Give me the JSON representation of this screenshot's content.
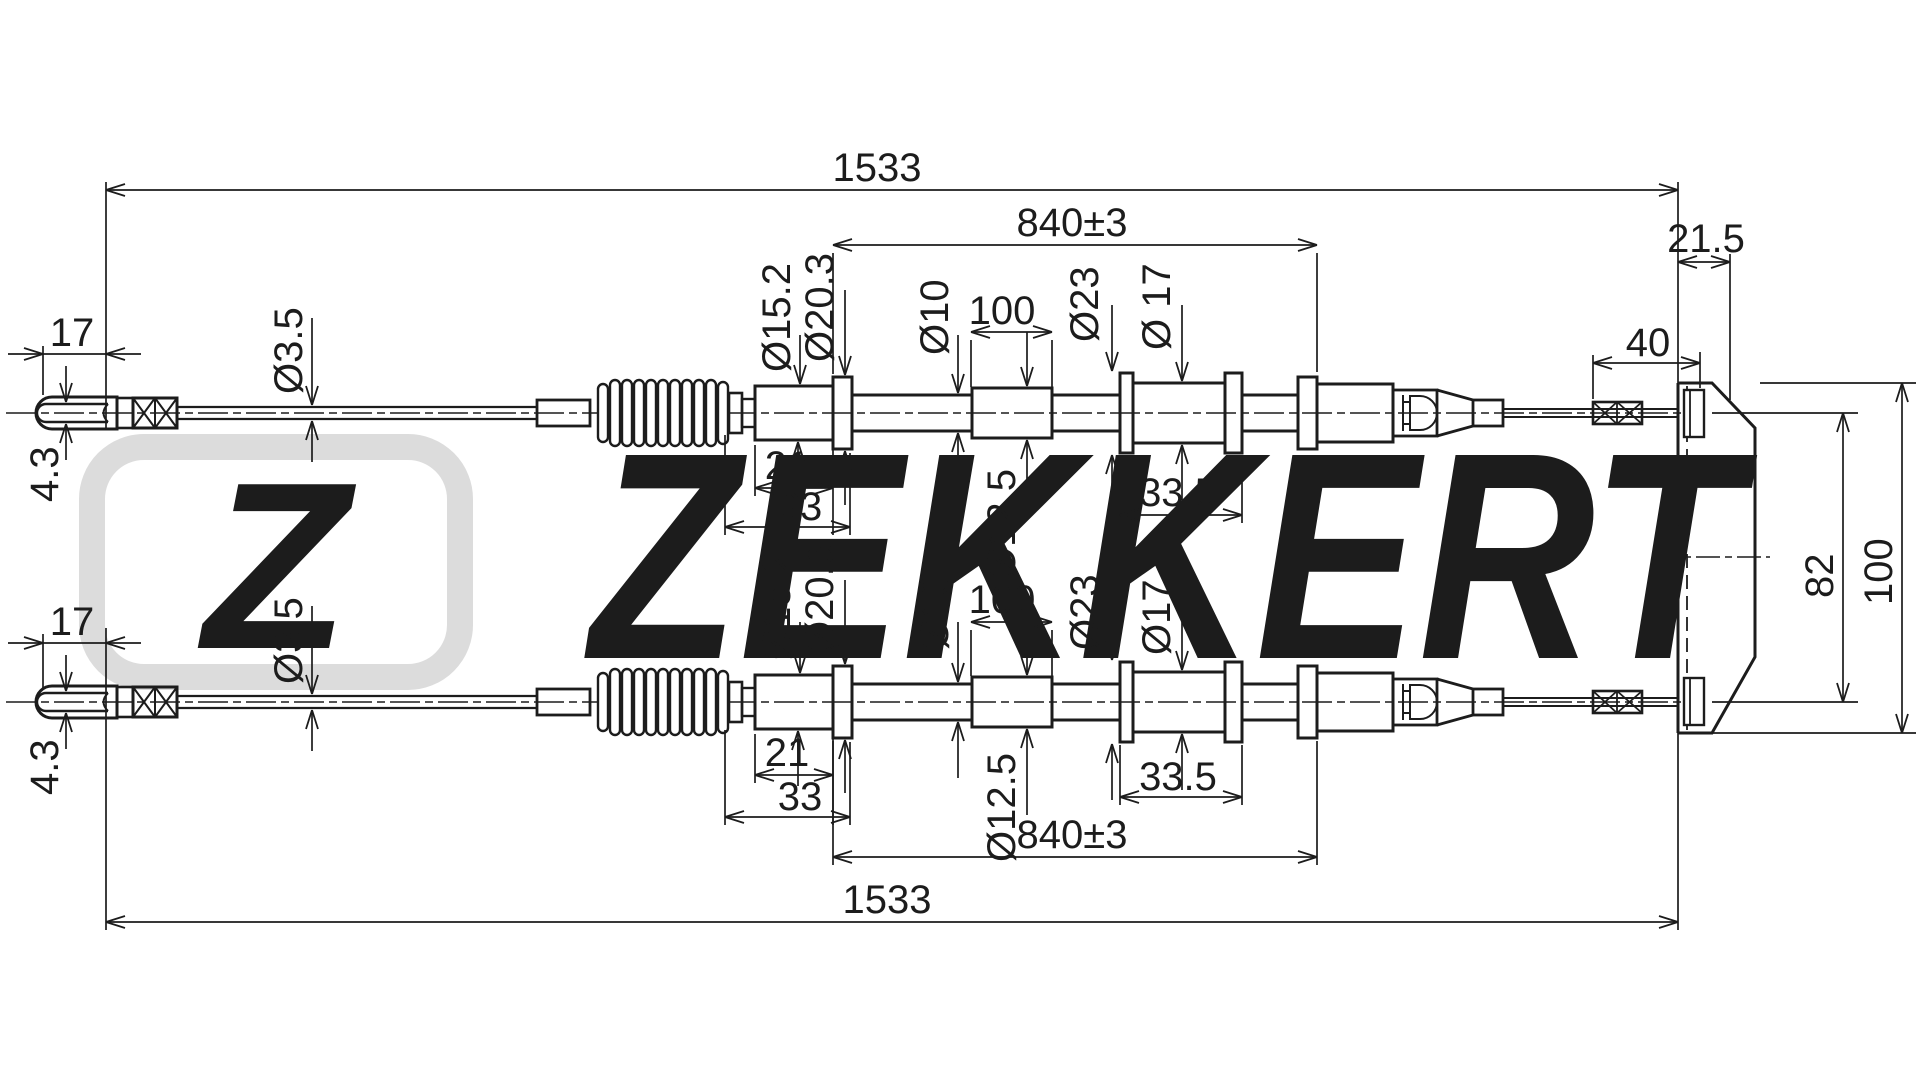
{
  "watermark": {
    "brand_text": "ZEKKERT",
    "logo_letter": "Z",
    "color": "#dcdcdc"
  },
  "colors": {
    "line": "#1c1c1c",
    "background": "#ffffff"
  },
  "top_view": {
    "overall_length": "1533",
    "section_length": "840±3",
    "bracket_offset": "21.5",
    "crimp_length": "40",
    "eyelet_width": "17",
    "eyelet_slot_height": "4.3",
    "cable_dia": "Ø3.5",
    "cylinder_dia": "Ø15.2",
    "cylinder_length": "21",
    "end_length": "33",
    "flange_dia": "Ø20.3",
    "rod_dia": "Ø10",
    "adjuster_length": "100",
    "adjuster_dia": "Ø12.5",
    "flange2_dia": "Ø23",
    "barrel_dia": "Ø 17",
    "barrel_length": "33.5"
  },
  "bottom_view": {
    "overall_length": "1533",
    "section_length": "840±3",
    "eyelet_width": "17",
    "eyelet_slot_height": "4.3",
    "cable_dia": "Ø3.5",
    "cylinder_dia": "Ø15.2",
    "cylinder_length": "21",
    "end_length": "33",
    "flange_dia": "Ø20.3",
    "rod_dia": "Ø10",
    "adjuster_length": "100",
    "adjuster_dia": "Ø12.5",
    "flange2_dia": "Ø23",
    "barrel_dia": "Ø17",
    "barrel_length": "33.5"
  },
  "bracket": {
    "centers_spacing": "82",
    "total_height": "100"
  }
}
